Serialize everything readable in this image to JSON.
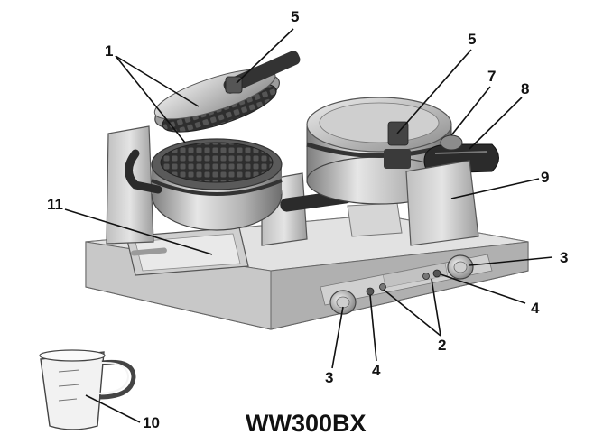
{
  "model_label": "WW300BX",
  "callouts": [
    {
      "id": "c1",
      "text": "1"
    },
    {
      "id": "c5a",
      "text": "5"
    },
    {
      "id": "c5b",
      "text": "5"
    },
    {
      "id": "c7",
      "text": "7"
    },
    {
      "id": "c8",
      "text": "8"
    },
    {
      "id": "c9",
      "text": "9"
    },
    {
      "id": "c11",
      "text": "11"
    },
    {
      "id": "c3r",
      "text": "3"
    },
    {
      "id": "c4r",
      "text": "4"
    },
    {
      "id": "c2",
      "text": "2"
    },
    {
      "id": "c4m",
      "text": "4"
    },
    {
      "id": "c3l",
      "text": "3"
    },
    {
      "id": "c10",
      "text": "10"
    }
  ],
  "colors": {
    "steel_light": "#d9d9d9",
    "steel_mid": "#a9a9a9",
    "steel_dark": "#6e6e6e",
    "plate_dark": "#3a3a3a",
    "handle": "#2b2b2b",
    "line": "#111111"
  }
}
